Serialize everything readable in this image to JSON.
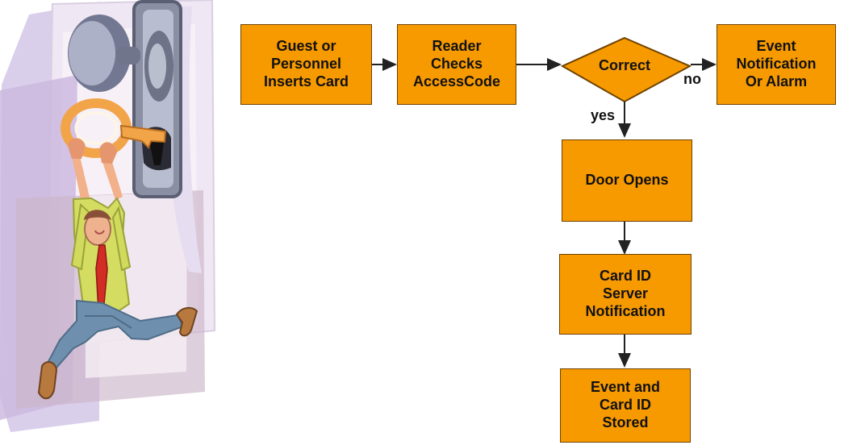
{
  "diagram": {
    "nodes": {
      "insert_card": "Guest or\nPersonnel\nInserts Card",
      "reader_checks": "Reader\nChecks\nAccessCode",
      "decision": "Correct",
      "alarm": "Event\nNotification\nOr Alarm",
      "door_opens": "Door Opens",
      "server_notification": "Card ID\nServer\nNotification",
      "stored": "Event and\nCard ID\nStored"
    },
    "edge_labels": {
      "no": "no",
      "yes": "yes"
    },
    "colors": {
      "node_fill": "#f79a00",
      "node_border": "#6f4200",
      "arrow": "#222222"
    }
  }
}
